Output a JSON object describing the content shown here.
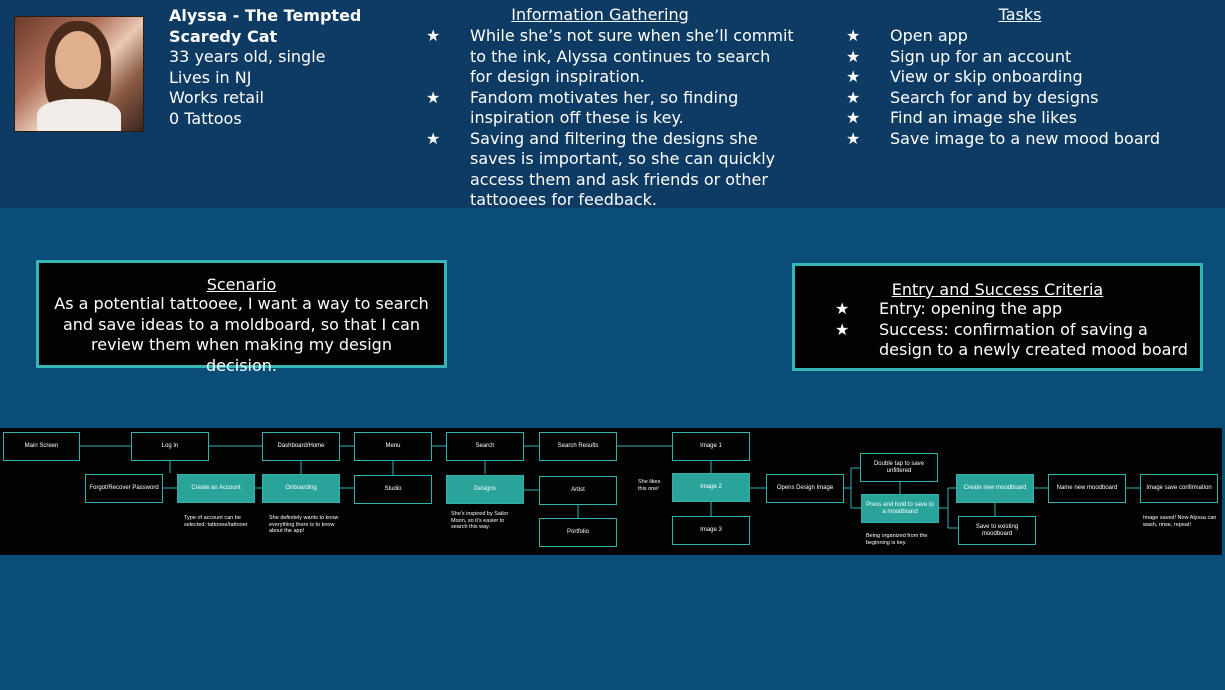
{
  "persona": {
    "name_line1": "Alyssa - The Tempted",
    "name_line2": "Scaredy Cat",
    "age": "33 years old, single",
    "location": "Lives in NJ",
    "job": "Works retail",
    "tattoos": "0 Tattoos"
  },
  "info_gathering": {
    "title": "Information Gathering",
    "items": [
      "While she’s not sure when she’ll commit to the ink, Alyssa continues to search for design inspiration.",
      "Fandom motivates her, so finding inspiration off these is key.",
      "Saving and filtering the designs she saves is important, so she can quickly access them and ask friends or other tattooees for feedback."
    ]
  },
  "tasks": {
    "title": "Tasks",
    "items": [
      "Open app",
      "Sign up for an account",
      "View or skip onboarding",
      "Search for and by designs",
      "Find an image she likes",
      "Save image to a new mood board"
    ]
  },
  "scenario": {
    "title": "Scenario",
    "text": "As a potential tattooee, I want a way to search and save ideas to a moldboard, so that I can review them when making my design decision."
  },
  "criteria": {
    "title": "Entry and Success Criteria",
    "items": [
      "Entry: opening the app",
      "Success: confirmation of saving a design to a newly created mood board"
    ]
  },
  "flow": {
    "nodes": {
      "main_screen": "Main Screen",
      "log_in": "Log In",
      "forgot": "Forgot/Recover Password",
      "create_account": "Create an Account",
      "dashboard": "Dashboard/Home",
      "onboarding": "Onboarding",
      "menu": "Menu",
      "studio": "Studio",
      "search": "Search",
      "designs": "Designs",
      "search_results": "Search Results",
      "artist": "Artist",
      "portfolio": "Portfolio",
      "image1": "Image 1",
      "image2": "Image 2",
      "image3": "Image 3",
      "opens_design": "Opens Design Image",
      "double_tap": "Double tap to save unfiltered",
      "press_hold": "Press and hold to save to a moodboard",
      "create_moodboard": "Create new moodboard",
      "save_existing": "Save to existing moodboard",
      "name_moodboard": "Name new moodboard",
      "image_save": "Image save confirmation"
    },
    "notes": {
      "account_type": "Type of account can be selected: tattooee/tattooer",
      "onboarding_note": "She definitely wants to know everything there is to know about the app!",
      "sailor_moon": "She's inspired by Sailor Moon, so it's easier to search this way.",
      "she_likes": "She likes this one!",
      "organized": "Being organized from the beginning is key.",
      "saved": "Image saved! Now Alyssa can wash, rinse, repeat!"
    }
  },
  "colors": {
    "background": "#0b4d79",
    "header_band": "#0d3b63",
    "accent_teal": "#35b5b5",
    "node_fill": "#2aa39b"
  }
}
